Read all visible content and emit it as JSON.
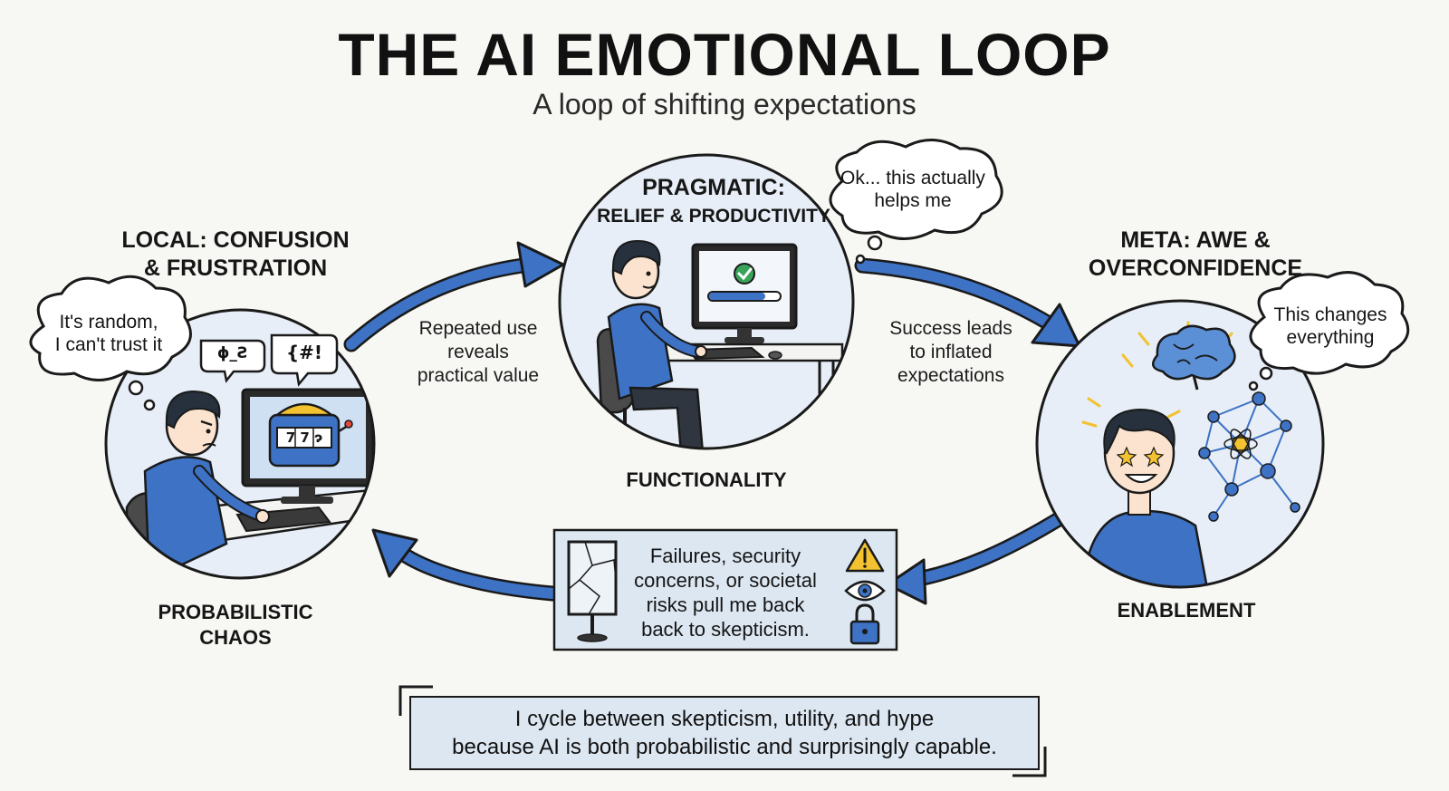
{
  "header": {
    "title": "THE AI EMOTIONAL LOOP",
    "subtitle": "A loop of shifting expectations"
  },
  "stages": {
    "local": {
      "title_line1": "LOCAL: CONFUSION",
      "title_line2": "& FRUSTRATION",
      "thought_line1": "It's random,",
      "thought_line2": "I can't trust it",
      "symbols_1": "ɸ_Ƨ",
      "symbols_2": "{#!",
      "slot_digits": "7 7 ɂ",
      "label_line1": "PROBABILISTIC",
      "label_line2": "CHAOS"
    },
    "pragmatic": {
      "title_line1": "PRAGMATIC:",
      "title_line2": "RELIEF & PRODUCTIVITY",
      "thought_line1": "Ok... this actually",
      "thought_line2": "helps me",
      "label": "FUNCTIONALITY"
    },
    "meta": {
      "title_line1": "META: AWE &",
      "title_line2": "OVERCONFIDENCE",
      "thought_line1": "This changes",
      "thought_line2": "everything",
      "label": "ENABLEMENT"
    }
  },
  "transitions": {
    "local_to_pragmatic": [
      "Repeated use",
      "reveals",
      "practical value"
    ],
    "pragmatic_to_meta": [
      "Success leads",
      "to inflated",
      "expectations"
    ],
    "meta_to_local": [
      "Failures, security",
      "concerns, or societal",
      "risks pull me back",
      "back to skepticism."
    ]
  },
  "summary": {
    "line1": "I cycle between skepticism, utility, and hype",
    "line2": "because AI is both probabilistic and surprisingly capable."
  },
  "colors": {
    "accent_blue": "#3d72c4",
    "circle_fill": "#e7eef7",
    "ink": "#1a1a1a",
    "warning_yellow": "#f2c230"
  }
}
